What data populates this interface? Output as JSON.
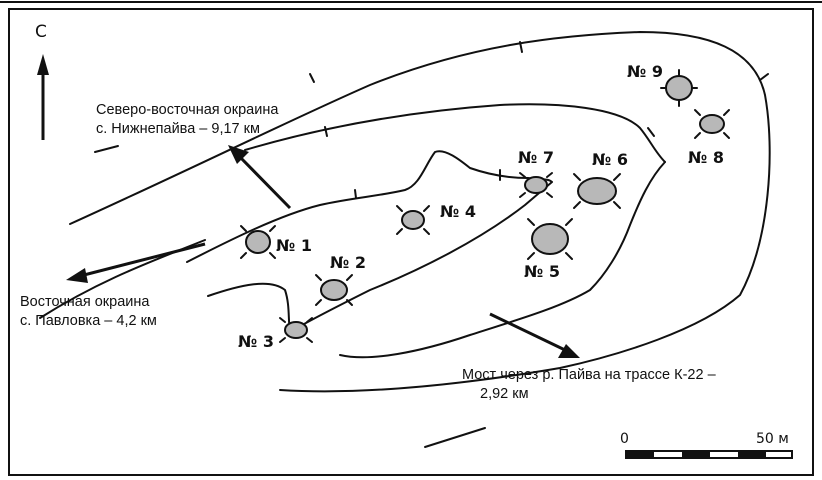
{
  "map": {
    "north_label": "С",
    "destinations": [
      {
        "line1": "Северо-восточная окраина",
        "line2": "с. Нижнепайва – 9,17 км"
      },
      {
        "line1": "Восточная окраина",
        "line2": "с. Павловка – 4,2 км"
      },
      {
        "line1": "Мост через р. Пайва на трассе К-22 –",
        "line2": "2,92 км"
      }
    ],
    "features": [
      {
        "label": "№ 1"
      },
      {
        "label": "№ 2"
      },
      {
        "label": "№ 3"
      },
      {
        "label": "№ 4"
      },
      {
        "label": "№ 5"
      },
      {
        "label": "№ 6"
      },
      {
        "label": "№ 7"
      },
      {
        "label": "№ 8"
      },
      {
        "label": "№ 9"
      }
    ],
    "scale": {
      "start": "0",
      "end": "50 м"
    },
    "colors": {
      "feature_fill": "#b8b8b8",
      "line": "#111111",
      "background": "#ffffff"
    }
  }
}
